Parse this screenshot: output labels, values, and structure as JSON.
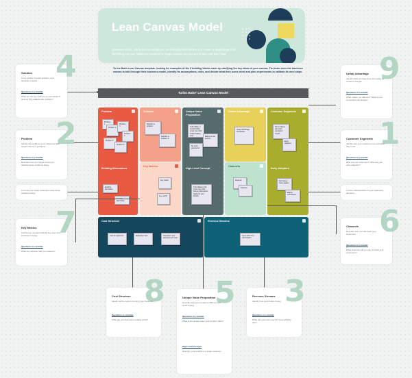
{
  "header": {
    "title": "Lean Canvas Model",
    "description": "Generate ideas, clarify key assumptions, and identify risks before you invest in development by sketching out your business model on a single canvas, so you can iterate and learn fast.",
    "intro": "To the Bakir Lean Canvas template, looking for examples of the 9 building blocks each by clarifying the key ideas of your canvas. The team uses the business canvas to talk through their business model, identify its assumptions, risks, and decide what their users need and plan experiments to validate its next steps.",
    "colors": {
      "bg": "#cde7dc",
      "navy": "#1e3d59",
      "teal": "#2f8f84",
      "yellow": "#eed95f"
    }
  },
  "canvas_bar": "Turbo Bake' Lean Canvas Model",
  "blocks": {
    "problem": {
      "label": "Problem",
      "color": "#e85b42"
    },
    "existing_alternatives": {
      "label": "Existing Alternatives"
    },
    "solution": {
      "label": "Solution",
      "color": "#f3a289"
    },
    "key_metrics": {
      "label": "Key Metrics",
      "color": "#fbd7c8"
    },
    "uvp": {
      "label": "Unique Value Proposition",
      "color": "#556b6c"
    },
    "high_level_concept": {
      "label": "High Level Concept"
    },
    "unfair_advantage": {
      "label": "Unfair Advantage",
      "color": "#e7d15a"
    },
    "channels": {
      "label": "Channels",
      "color": "#bde3cf"
    },
    "customer_segments": {
      "label": "Customer Segments",
      "color": "#a9ad2d"
    },
    "early_adopters": {
      "label": "Early Adopters"
    },
    "cost_structure": {
      "label": "Cost Structure",
      "color": "#14465c"
    },
    "revenue_streams": {
      "label": "Revenue Streams",
      "color": "#0d6277"
    }
  },
  "stickies": {
    "problem": [
      "Problem 1",
      "Problem 2",
      "Problem 3",
      "Problem 4",
      "Problem 5",
      "Problem 6"
    ],
    "existing": [
      "Existing alternative",
      "Existing alternative"
    ],
    "solution": [
      "Solution to problem",
      "Solution to problem 2"
    ],
    "metrics": [
      "Key metric",
      "Key metric"
    ],
    "uvp": [
      "Turbo Bake: a customizable smart oven that makes baking easy",
      "Baking is fast and fun",
      "No more guesswork"
    ],
    "hlc": [
      "Turbo Bake is the smart oven that brings professional baking to your kitchen"
    ],
    "unfair": [
      "Unfair advantage description"
    ],
    "channels": [
      "Channel",
      "Channel"
    ],
    "segments": [
      "Home bakers who want consistent results",
      "Early adopters"
    ],
    "early": [
      "Tech savvy home bakers",
      "Baking enthusiasts"
    ],
    "cost": [
      "Cost of equipment",
      "Marketing costs",
      "Operations and development costs"
    ],
    "revenue": [
      "Oven sales and subscription"
    ]
  },
  "cards": {
    "solution": {
      "num": "4",
      "title": "Solution",
      "q": "List a solution to each problem, and describe it clearly.",
      "h1": "Questions to consider",
      "s1": "What are the key features of your solution? How do they address the problem?"
    },
    "problem": {
      "num": "2",
      "title": "Problem",
      "q": "Identify the problems your customers face and list the top 3 problems.",
      "h1": "Questions to consider",
      "s1": "Describe how your target customers address these problems today."
    },
    "existing_note": {
      "text": "List how your target customers solve these problems today."
    },
    "key_metrics": {
      "num": "7",
      "title": "Key Metrics",
      "q": "List the key numbers that tell you how your business is doing.",
      "h1": "Questions to consider",
      "s1": "What key activities will you measure?"
    },
    "unfair": {
      "num": "9",
      "title": "Unfair Advantage",
      "q": "Identify what you have that can't easily be copied or bought.",
      "h1": "Questions to consider",
      "s1": "What makes you different? What is your competitive advantage?"
    },
    "segments": {
      "num": "1",
      "title": "Customer Segments",
      "q": "Identify who your customers are and what they need.",
      "h1": "Questions to consider",
      "s1": "Who are your customers? Who are your early adopters?"
    },
    "early_note": {
      "text": "List the characteristics of your ideal early adopters."
    },
    "channels": {
      "num": "6",
      "title": "Channels",
      "q": "Describe how you will reach your customers.",
      "h1": "Questions to consider",
      "s1": "What channels will you use to reach your customers?"
    },
    "cost": {
      "num": "8",
      "title": "Cost Structure",
      "q": "Identify all the costs of running your business.",
      "h1": "Questions to consider",
      "s1": "What are your fixed and variable costs?"
    },
    "uvp": {
      "num": "5",
      "title": "Unique Value Proposition",
      "q": "Describe why your product is different and worth buying.",
      "h1": "Questions to consider",
      "s1": "What is the unique value your product offers?",
      "h2": "High Level Concept",
      "s2": "Describe your product in a single sentence."
    },
    "revenue": {
      "num": "3",
      "title": "Revenue Streams",
      "q": "Identify how you'll make money.",
      "h1": "Questions to consider",
      "s1": "What will customers pay for? How will they pay?"
    }
  }
}
